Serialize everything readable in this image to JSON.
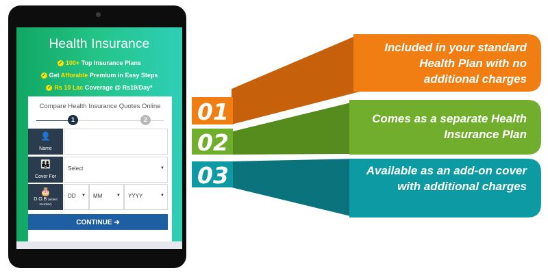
{
  "hero": {
    "title": "Health Insurance",
    "line1_strong": "100+",
    "line1_rest": " Top Insurance Plans",
    "line2_pre": "Get ",
    "line2_hl": "Afforable",
    "line2_rest": " Premium in Easy Steps",
    "line3_hl": "Rs 10 Lac",
    "line3_rest": " Coverage @ Rs19/Day*"
  },
  "form": {
    "heading": "Compare Health Insurance Quotes Online",
    "steps": [
      "1",
      "2"
    ],
    "name_label": "Name",
    "cover_label": "Cover For",
    "cover_value": "Select",
    "dob_label": "D.O.B",
    "dob_sub": "(eldest member)",
    "dd": "DD",
    "mm": "MM",
    "yyyy": "YYYY",
    "continue": "CONTINUE"
  },
  "callouts": [
    {
      "num": "01",
      "text": "Included in your standard Health Plan with no additional charges",
      "color": "#f07e12"
    },
    {
      "num": "02",
      "text": "Comes as a separate Health Insurance Plan",
      "color": "#72ae2d"
    },
    {
      "num": "03",
      "text": "Available as an add-on cover with additional charges",
      "color": "#0e9aa3"
    }
  ]
}
